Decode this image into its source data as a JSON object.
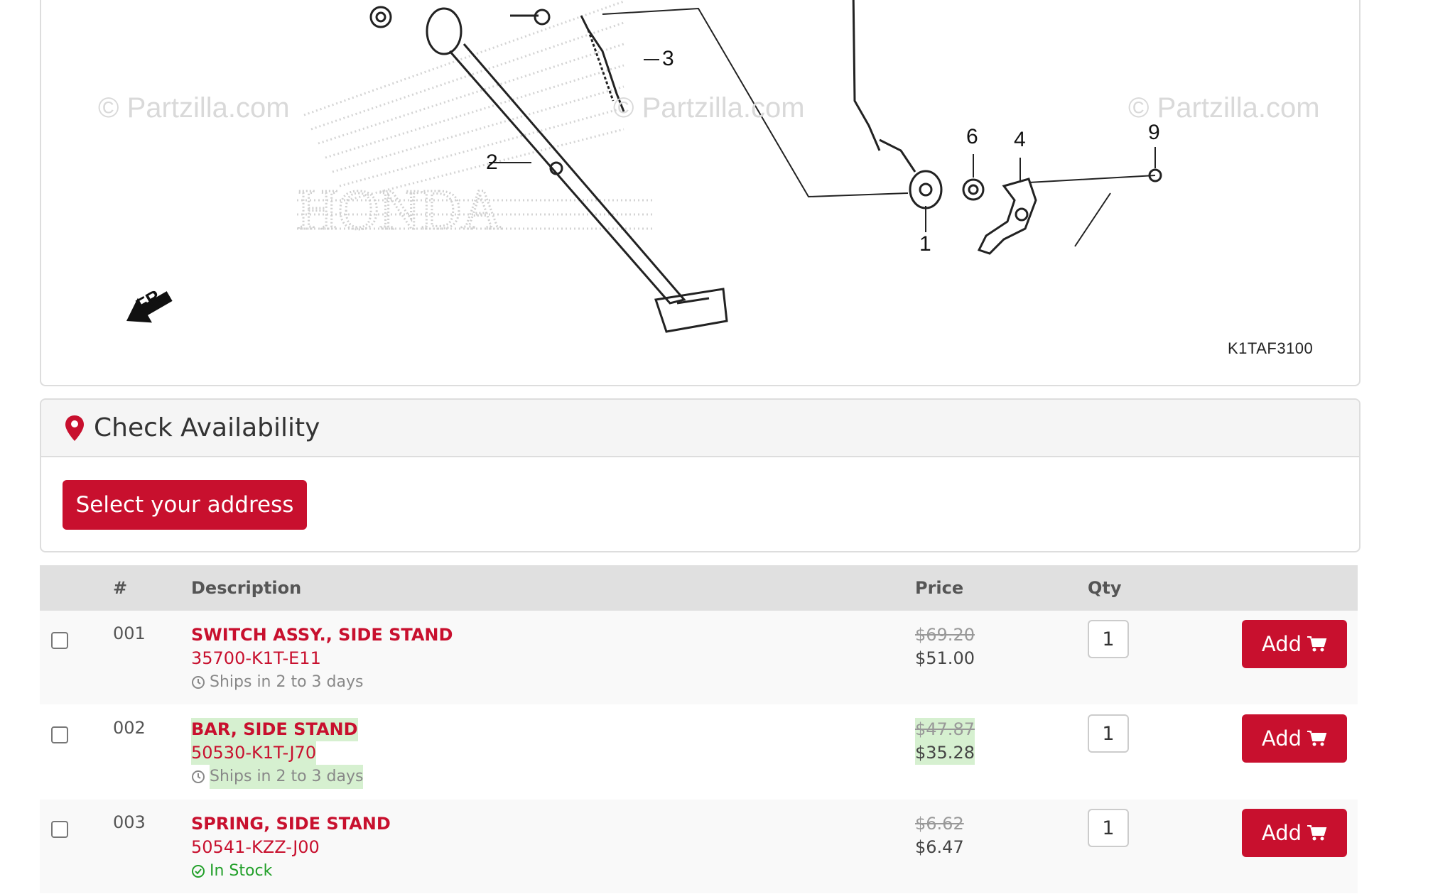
{
  "diagram": {
    "watermarks": [
      "© Partzilla.com",
      "© Partzilla.com",
      "© Partzilla.com"
    ],
    "code": "K1TAF3100",
    "callouts": [
      "1",
      "2",
      "3",
      "4",
      "6",
      "9"
    ],
    "front_marker": "FR."
  },
  "availability": {
    "title": "Check Availability",
    "button": "Select your address"
  },
  "table": {
    "headers": {
      "num": "#",
      "description": "Description",
      "price": "Price",
      "qty": "Qty"
    },
    "rows": [
      {
        "num": "001",
        "name": "SWITCH ASSY., SIDE STAND",
        "part_no": "35700-K1T-E11",
        "status": "Ships in 2 to 3 days",
        "old_price": "$69.20",
        "price": "$51.00",
        "qty": "1",
        "add": "Add"
      },
      {
        "num": "002",
        "name": "BAR, SIDE STAND",
        "part_no": "50530-K1T-J70",
        "status": "Ships in 2 to 3 days",
        "old_price": "$47.87",
        "price": "$35.28",
        "qty": "1",
        "add": "Add"
      },
      {
        "num": "003",
        "name": "SPRING, SIDE STAND",
        "part_no": "50541-KZZ-J00",
        "status": "In Stock",
        "old_price": "$6.62",
        "price": "$6.47",
        "qty": "1",
        "add": "Add"
      }
    ]
  },
  "colors": {
    "brand_red": "#c8102e",
    "in_stock_green": "#22a02a",
    "highlight": "#d6f0d0"
  }
}
